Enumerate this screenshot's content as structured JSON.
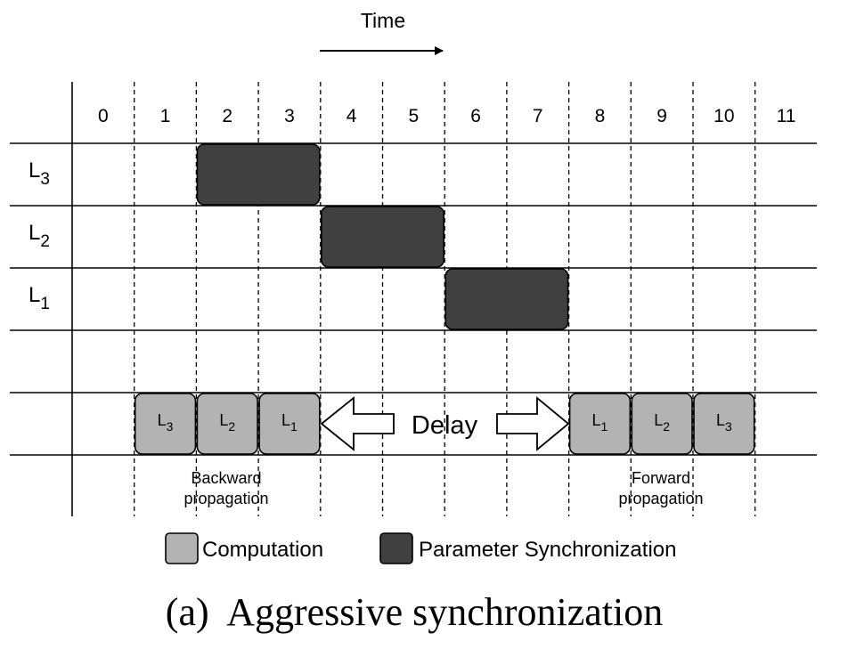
{
  "time_label": "Time",
  "time_slots": [
    "0",
    "1",
    "2",
    "3",
    "4",
    "5",
    "6",
    "7",
    "8",
    "9",
    "10",
    "11"
  ],
  "rows": [
    {
      "label_main": "L",
      "label_sub": "3"
    },
    {
      "label_main": "L",
      "label_sub": "2"
    },
    {
      "label_main": "L",
      "label_sub": "1"
    }
  ],
  "sync_blocks": [
    {
      "row": 0,
      "start": 2,
      "end": 4
    },
    {
      "row": 1,
      "start": 4,
      "end": 6
    },
    {
      "row": 2,
      "start": 6,
      "end": 8
    }
  ],
  "computation_blocks": [
    {
      "slot": 1,
      "label_main": "L",
      "label_sub": "3"
    },
    {
      "slot": 2,
      "label_main": "L",
      "label_sub": "2"
    },
    {
      "slot": 3,
      "label_main": "L",
      "label_sub": "1"
    },
    {
      "slot": 8,
      "label_main": "L",
      "label_sub": "1"
    },
    {
      "slot": 9,
      "label_main": "L",
      "label_sub": "2"
    },
    {
      "slot": 10,
      "label_main": "L",
      "label_sub": "3"
    }
  ],
  "delay_label": "Delay",
  "backward_label": [
    "Backward",
    "propagation"
  ],
  "forward_label": [
    "Forward",
    "propagation"
  ],
  "legend": {
    "computation": "Computation",
    "sync": "Parameter Synchronization"
  },
  "caption": "(a)  Aggressive synchronization",
  "colors": {
    "computation": "#b3b3b3",
    "sync": "#404040",
    "line": "#000000"
  }
}
